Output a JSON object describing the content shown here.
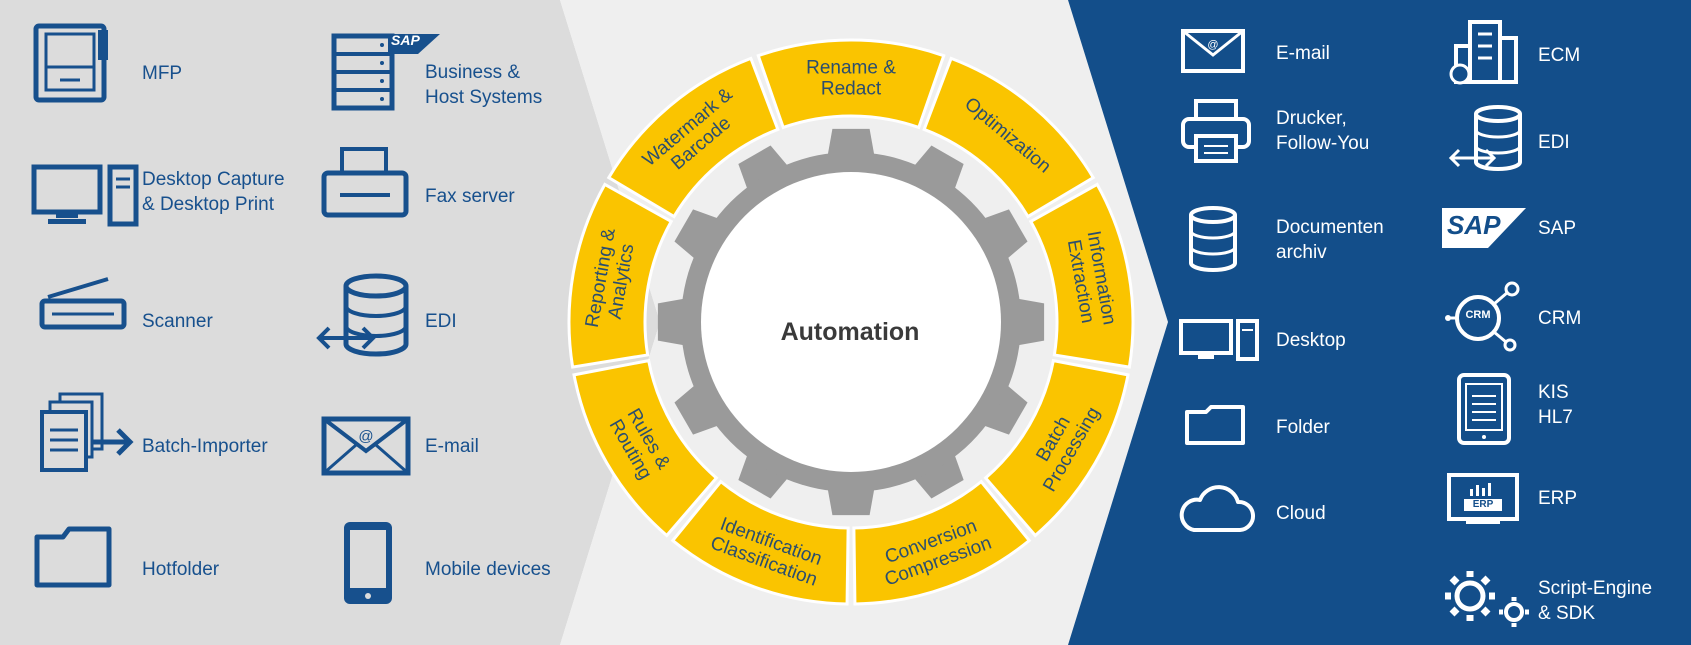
{
  "center": {
    "label": "Automation"
  },
  "inputs": [
    {
      "label": "MFP",
      "icon": "mfp-icon"
    },
    {
      "label": "Business &\nHost Systems",
      "icon": "sap-server-icon"
    },
    {
      "label": "Desktop Capture\n& Desktop Print",
      "icon": "desktop-icon"
    },
    {
      "label": "Fax server",
      "icon": "fax-icon"
    },
    {
      "label": "Scanner",
      "icon": "scanner-icon"
    },
    {
      "label": "EDI",
      "icon": "edi-database-icon"
    },
    {
      "label": "Batch-Importer",
      "icon": "batch-documents-icon"
    },
    {
      "label": "E-mail",
      "icon": "email-icon"
    },
    {
      "label": "Hotfolder",
      "icon": "folder-icon"
    },
    {
      "label": "Mobile devices",
      "icon": "mobile-icon"
    }
  ],
  "processes": [
    {
      "lines": [
        "Rename &",
        "Redact"
      ]
    },
    {
      "lines": [
        "Optimization"
      ]
    },
    {
      "lines": [
        "Information",
        "Extraction"
      ]
    },
    {
      "lines": [
        "Batch",
        "Processing"
      ]
    },
    {
      "lines": [
        "Conversion",
        "Compression"
      ]
    },
    {
      "lines": [
        "Identification",
        "Classification"
      ]
    },
    {
      "lines": [
        "Rules &",
        "Routing"
      ]
    },
    {
      "lines": [
        "Reporting &",
        "Analytics"
      ]
    },
    {
      "lines": [
        "Watermark &",
        "Barcode"
      ]
    }
  ],
  "outputs": [
    {
      "label": "E-mail",
      "icon": "email-icon"
    },
    {
      "label": "ECM",
      "icon": "ecm-building-icon"
    },
    {
      "label": "Drucker,\nFollow-You",
      "icon": "printer-icon"
    },
    {
      "label": "EDI",
      "icon": "edi-database-icon"
    },
    {
      "label": "Documenten\narchiv",
      "icon": "database-icon"
    },
    {
      "label": "SAP",
      "icon": "sap-logo-icon",
      "logo_text": "SAP"
    },
    {
      "label": "Desktop",
      "icon": "desktop-icon"
    },
    {
      "label": "CRM",
      "icon": "crm-icon",
      "logo_text": "CRM"
    },
    {
      "label": "Folder",
      "icon": "folder-icon"
    },
    {
      "label": "KIS\nHL7",
      "icon": "tablet-icon"
    },
    {
      "label": "Cloud",
      "icon": "cloud-icon"
    },
    {
      "label": "ERP",
      "icon": "erp-monitor-icon",
      "logo_text": "ERP"
    },
    {
      "label": "Script-Engine\n& SDK",
      "icon": "gears-icon"
    }
  ],
  "logos": {
    "sap_small": "SAP"
  },
  "colors": {
    "left_bg": "#dcdcdc",
    "middle_bg": "#eeeeee",
    "right_bg": "#134e8a",
    "icon_blue": "#17508d",
    "segment": "#fac400",
    "segment_text": "#2b4e6e",
    "gear": "#9a9a9a"
  }
}
